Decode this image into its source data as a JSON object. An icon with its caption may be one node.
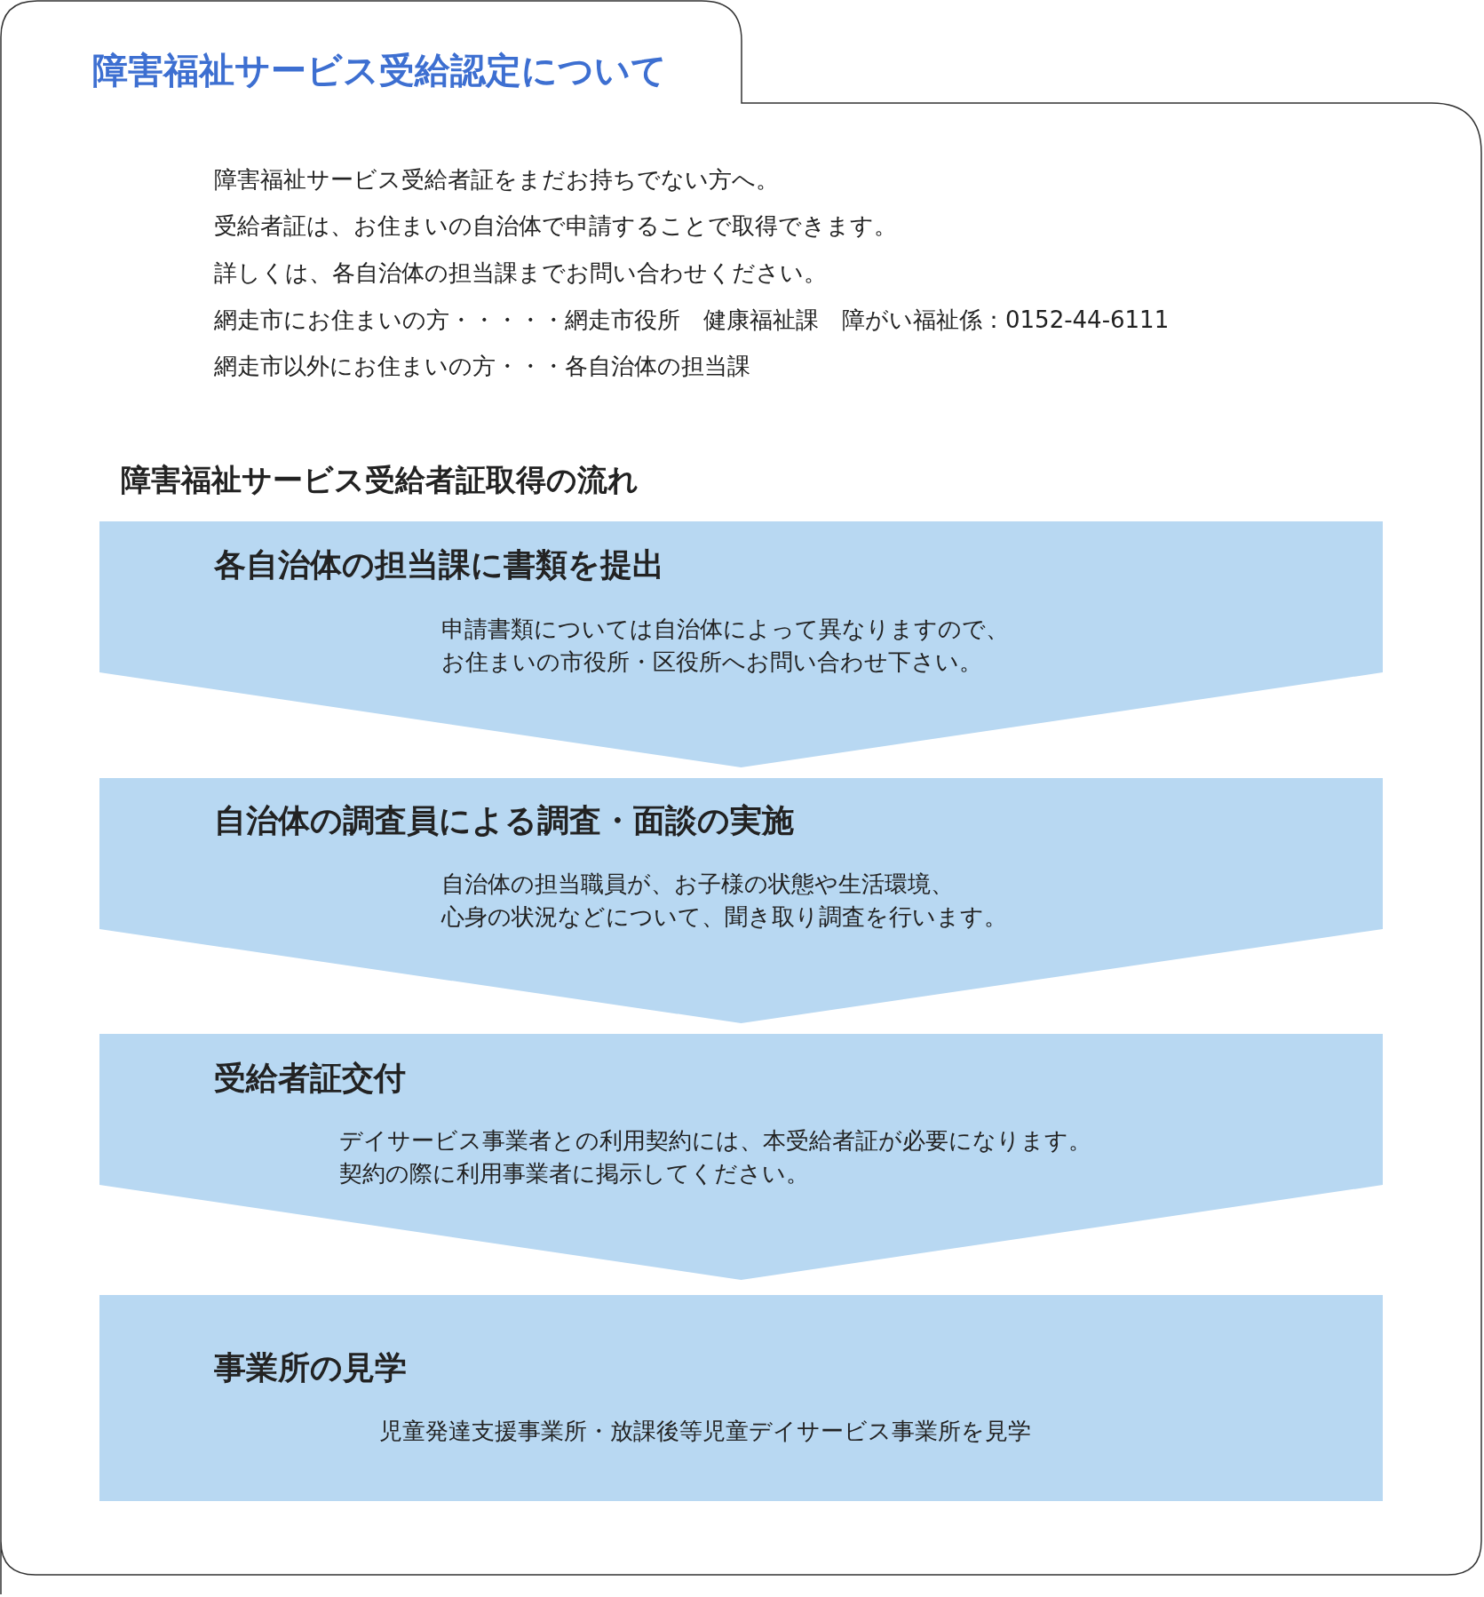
{
  "diagram": {
    "title": "障害福祉サービス受給認定について",
    "nodes": [
      {
        "text": [
          "各自治体の担当課に書類を提出",
          "申請書類については自治体によって異なりますので、お住まいの市役所・区役所へお問い合わせ下さい。"
        ]
      },
      {
        "text": [
          "自治体の調査員による調査・面談の実施",
          "自治体の担当職員が、お子様の状態や生活環境、心身の状況などについて、聞き取り調査を行います。"
        ]
      },
      {
        "text": [
          "受給者証交付",
          "デイサービス事業者との利用契約には、本受給者証が必要になります。契約の際に利用事業者に掲示してください。"
        ]
      },
      {
        "text": [
          "事業所の見学",
          "児童発達支援事業所・放課後等児童デイサービス事業所を見学"
        ]
      }
    ],
    "labels": [
      "障害福祉サービス受給者証をまだお持ちでない方へ。",
      "受給者証は、お住まいの自治体で申請することで取得できます。",
      "詳しくは、各自治体の担当課までお問い合わせください。",
      "網走市にお住まいの方・・・・・網走市役所　健康福祉課　障がい福祉係：0152-44-6111",
      "網走市以外にお住まいの方・・・各自治体の担当課",
      "障害福祉サービス受給者証取得の流れ"
    ]
  }
}
